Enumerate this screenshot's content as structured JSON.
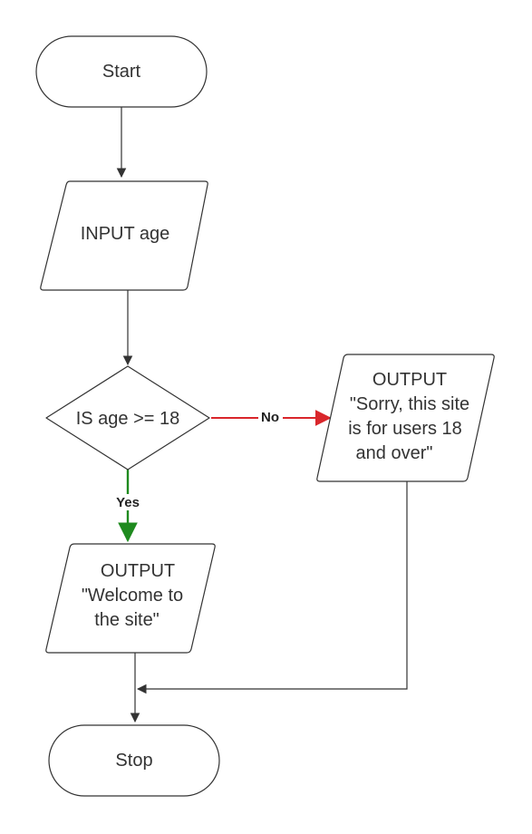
{
  "flowchart": {
    "start": {
      "text": "Start"
    },
    "input": {
      "text": "INPUT age"
    },
    "decision": {
      "text": "IS age >= 18"
    },
    "output_no": {
      "lines": [
        "OUTPUT",
        "\"Sorry, this site",
        "is for users 18",
        "and over\""
      ]
    },
    "output_yes": {
      "lines": [
        "OUTPUT",
        "\"Welcome to",
        "the site\""
      ]
    },
    "stop": {
      "text": "Stop"
    },
    "edge_labels": {
      "no": "No",
      "yes": "Yes"
    }
  },
  "colors": {
    "stroke": "#333333",
    "no_branch": "#d9262b",
    "yes_branch": "#1e8a1e",
    "background": "#ffffff"
  }
}
